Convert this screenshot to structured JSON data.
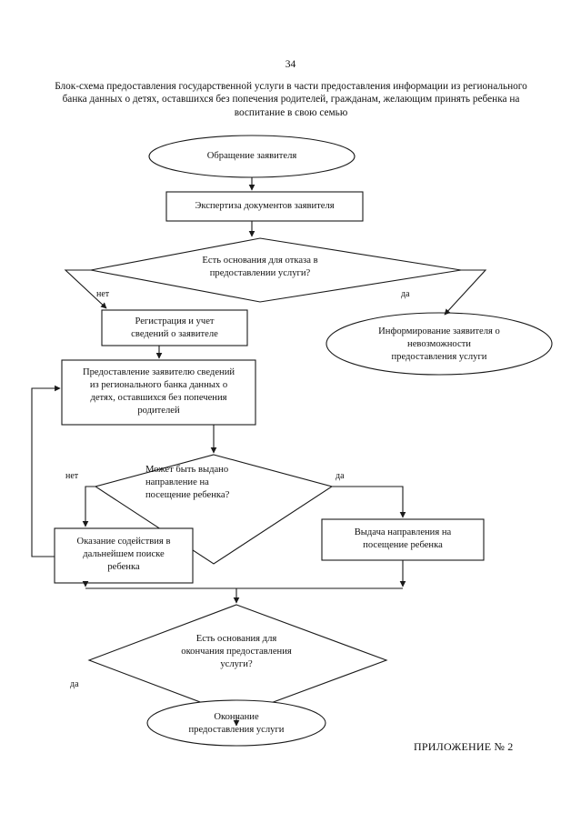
{
  "document": {
    "page_number": "34",
    "title": "Блок-схема предоставления государственной услуги в части предоставления информации из регионального банка данных о детях, оставшихся без попечения родителей, гражданам, желающим принять ребенка на воспитание в свою семью",
    "appendix": "ПРИЛОЖЕНИЕ № 2"
  },
  "chart_data": {
    "type": "diagram",
    "title": "Блок-схема предоставления государственной услуги в части предоставления информации из регионального банка данных о детях, оставшихся без попечения родителей, гражданам, желающим принять ребенка на воспитание в свою семью",
    "nodes": [
      {
        "id": "start",
        "shape": "ellipse",
        "label": "Обращение заявителя"
      },
      {
        "id": "expertise",
        "shape": "process",
        "label": "Экспертиза документов заявителя"
      },
      {
        "id": "decision1",
        "shape": "decision",
        "label": "Есть основания для отказа в\nпредоставлении  услуги?"
      },
      {
        "id": "registration",
        "shape": "process",
        "label": "Регистрация и учет\nсведений о заявителе"
      },
      {
        "id": "informing",
        "shape": "ellipse",
        "label": "Информирование заявителя о\nневозможности\nпредоставления  услуги"
      },
      {
        "id": "provide",
        "shape": "process",
        "label": "Предоставление заявителю сведений\nиз регионального банка данных о\nдетях, оставшихся без попечения\nродителей"
      },
      {
        "id": "decision2",
        "shape": "decision",
        "label": "Может быть выдано\nнаправление на\nпосещение ребенка?"
      },
      {
        "id": "assistance",
        "shape": "process",
        "label": "Оказание содействия в\nдальнейшем поиске\nребенка"
      },
      {
        "id": "issue",
        "shape": "process",
        "label": "Выдача направления на\nпосещение ребенка"
      },
      {
        "id": "decision3",
        "shape": "decision",
        "label": "Есть основания для\nокончания предоставления\nуслуги?"
      },
      {
        "id": "end",
        "shape": "ellipse",
        "label": "Окончание\nпредоставления  услуги"
      }
    ],
    "edges": [
      {
        "from": "start",
        "to": "expertise",
        "label": ""
      },
      {
        "from": "expertise",
        "to": "decision1",
        "label": ""
      },
      {
        "from": "decision1",
        "to": "registration",
        "label": "нет"
      },
      {
        "from": "decision1",
        "to": "informing",
        "label": "да"
      },
      {
        "from": "registration",
        "to": "provide",
        "label": ""
      },
      {
        "from": "provide",
        "to": "decision2",
        "label": ""
      },
      {
        "from": "decision2",
        "to": "assistance",
        "label": "нет"
      },
      {
        "from": "decision2",
        "to": "issue",
        "label": "да"
      },
      {
        "from": "assistance",
        "to": "provide",
        "label": ""
      },
      {
        "from": "assistance",
        "to": "decision3",
        "label": ""
      },
      {
        "from": "issue",
        "to": "decision3",
        "label": ""
      },
      {
        "from": "decision3",
        "to": "end",
        "label": "да"
      }
    ],
    "edge_labels": {
      "d1_no": "нет",
      "d1_yes": "да",
      "d2_no": "нет",
      "d2_yes": "да",
      "d3_yes": "да"
    },
    "stroke_color": "#1a1a1a",
    "fill_color": "#ffffff"
  }
}
